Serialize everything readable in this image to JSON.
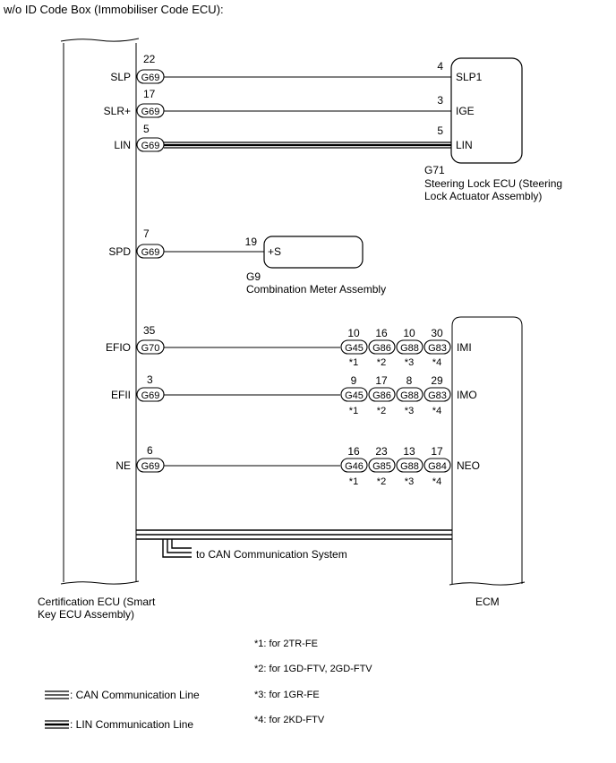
{
  "title": "w/o ID Code Box (Immobiliser Code ECU):",
  "certification_ecu": {
    "label_line1": "Certification ECU (Smart",
    "label_line2": "Key ECU Assembly)"
  },
  "steering_lock": {
    "code": "G71",
    "name_line1": "Steering Lock ECU (Steering",
    "name_line2": "Lock Actuator Assembly)",
    "rows": [
      {
        "left_pin": "22",
        "left_label": "SLP",
        "connector": "G69",
        "right_pin": "4",
        "right_label": "SLP1"
      },
      {
        "left_pin": "17",
        "left_label": "SLR+",
        "connector": "G69",
        "right_pin": "3",
        "right_label": "IGE"
      },
      {
        "left_pin": "5",
        "left_label": "LIN",
        "connector": "G69",
        "right_pin": "5",
        "right_label": "LIN"
      }
    ]
  },
  "meter": {
    "code": "G9",
    "name": "Combination Meter Assembly",
    "left_pin": "7",
    "left_label": "SPD",
    "connector": "G69",
    "right_pin": "19",
    "right_label": "+S"
  },
  "ecm": {
    "label": "ECM",
    "rows": [
      {
        "left_pin": "35",
        "left_label": "EFIO",
        "connector": "G70",
        "right_label": "IMI",
        "ecm_connectors": [
          "G45",
          "G86",
          "G88",
          "G83"
        ],
        "ecm_pins": [
          "10",
          "16",
          "10",
          "30"
        ],
        "notes": [
          "*1",
          "*2",
          "*3",
          "*4"
        ]
      },
      {
        "left_pin": "3",
        "left_label": "EFII",
        "connector": "G69",
        "right_label": "IMO",
        "ecm_connectors": [
          "G45",
          "G86",
          "G88",
          "G83"
        ],
        "ecm_pins": [
          "9",
          "17",
          "8",
          "29"
        ],
        "notes": [
          "*1",
          "*2",
          "*3",
          "*4"
        ]
      },
      {
        "left_pin": "6",
        "left_label": "NE",
        "connector": "G69",
        "right_label": "NEO",
        "ecm_connectors": [
          "G46",
          "G85",
          "G88",
          "G84"
        ],
        "ecm_pins": [
          "16",
          "23",
          "13",
          "17"
        ],
        "notes": [
          "*1",
          "*2",
          "*3",
          "*4"
        ]
      }
    ]
  },
  "can_label": "to CAN Communication System",
  "footnotes": [
    "*1: for 2TR-FE",
    "*2: for 1GD-FTV, 2GD-FTV",
    "*3: for 1GR-FE",
    "*4: for 2KD-FTV"
  ],
  "legend": {
    "can": ": CAN Communication Line",
    "lin": ": LIN Communication Line"
  }
}
